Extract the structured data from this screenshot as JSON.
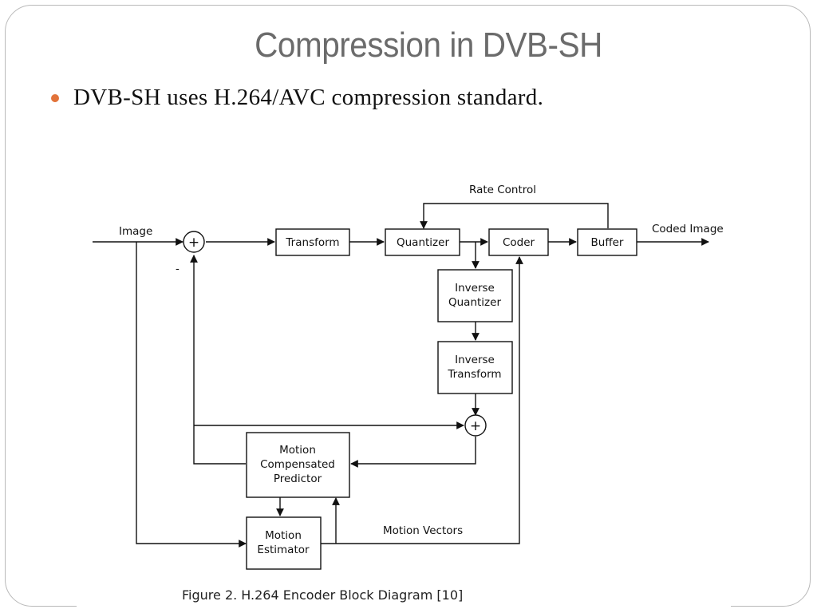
{
  "slide": {
    "title": "Compression in DVB-SH",
    "bullet": "DVB-SH uses H.264/AVC compression standard.",
    "accent_color": "#e2733a",
    "title_color": "#6b6b6b"
  },
  "diagram": {
    "blocks": {
      "transform": "Transform",
      "quantizer": "Quantizer",
      "coder": "Coder",
      "buffer": "Buffer",
      "inverse_quantizer": [
        "Inverse",
        "Quantizer"
      ],
      "inverse_transform": [
        "Inverse",
        "Transform"
      ],
      "motion_compensated_predictor": [
        "Motion",
        "Compensated",
        "Predictor"
      ],
      "motion_estimator": [
        "Motion",
        "Estimator"
      ]
    },
    "labels": {
      "image_in": "Image",
      "coded_image": "Coded Image",
      "rate_control": "Rate Control",
      "motion_vectors": "Motion Vectors",
      "minus_sign": "-",
      "plus_sign": "+"
    },
    "caption": "Figure 2. H.264 Encoder Block Diagram [10]"
  }
}
